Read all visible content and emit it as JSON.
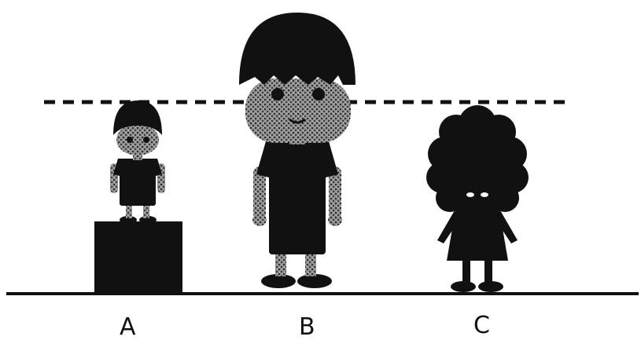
{
  "labels": {
    "a": "A",
    "b": "B",
    "c": "C"
  },
  "colors": {
    "ink": "#111111",
    "skin": "#8a8a8a",
    "eye": "#ffffff",
    "background": "#ffffff"
  }
}
